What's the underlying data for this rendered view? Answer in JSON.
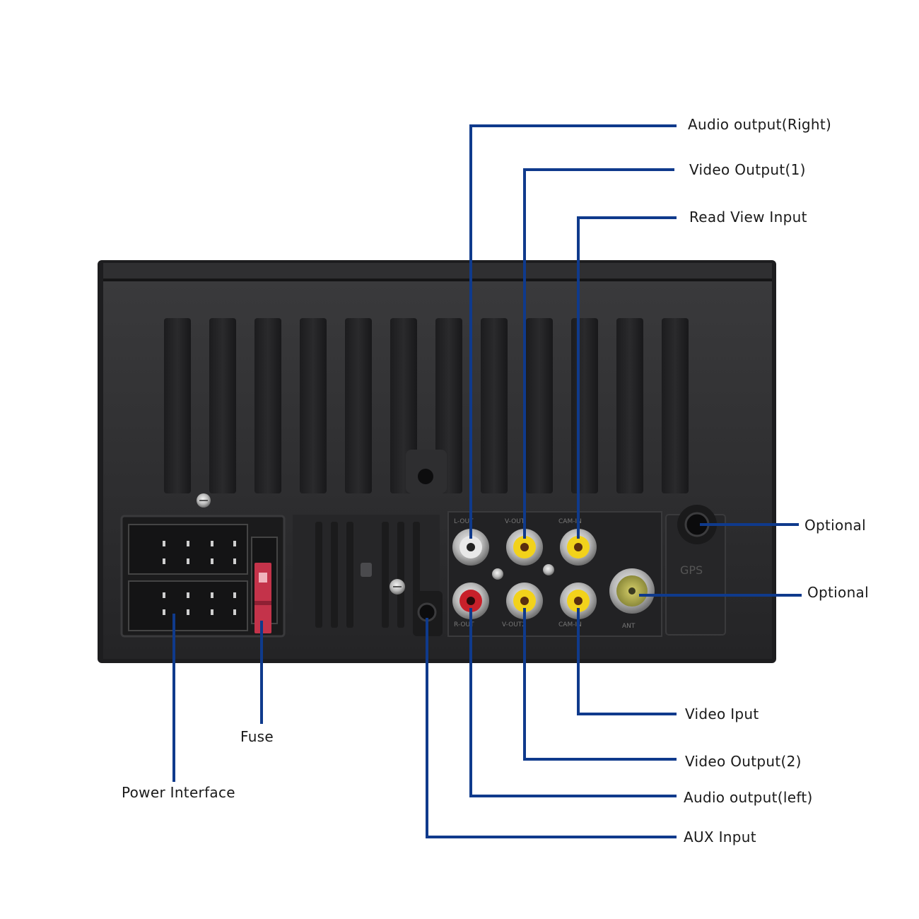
{
  "labels": {
    "audio_output_right": "Audio output(Right)",
    "video_output_1": "Video Output(1)",
    "read_view_input": "Read View Input",
    "optional_top": "Optional",
    "optional_bottom": "Optional",
    "video_input": "Video Iput",
    "video_output_2": "Video Output(2)",
    "audio_output_left": "Audio output(left)",
    "aux_input": "AUX Input",
    "fuse": "Fuse",
    "power_interface": "Power Interface"
  },
  "unit_markings": {
    "gps": "GPS",
    "ant": "ANT"
  },
  "colors": {
    "leader_line": "#0f3a8c",
    "unit_body": "#2b2b2d",
    "rca_white": "#e8e8e8",
    "rca_yellow": "#f2d21b",
    "rca_red": "#c8202a",
    "fuse_red": "#c4334a"
  }
}
